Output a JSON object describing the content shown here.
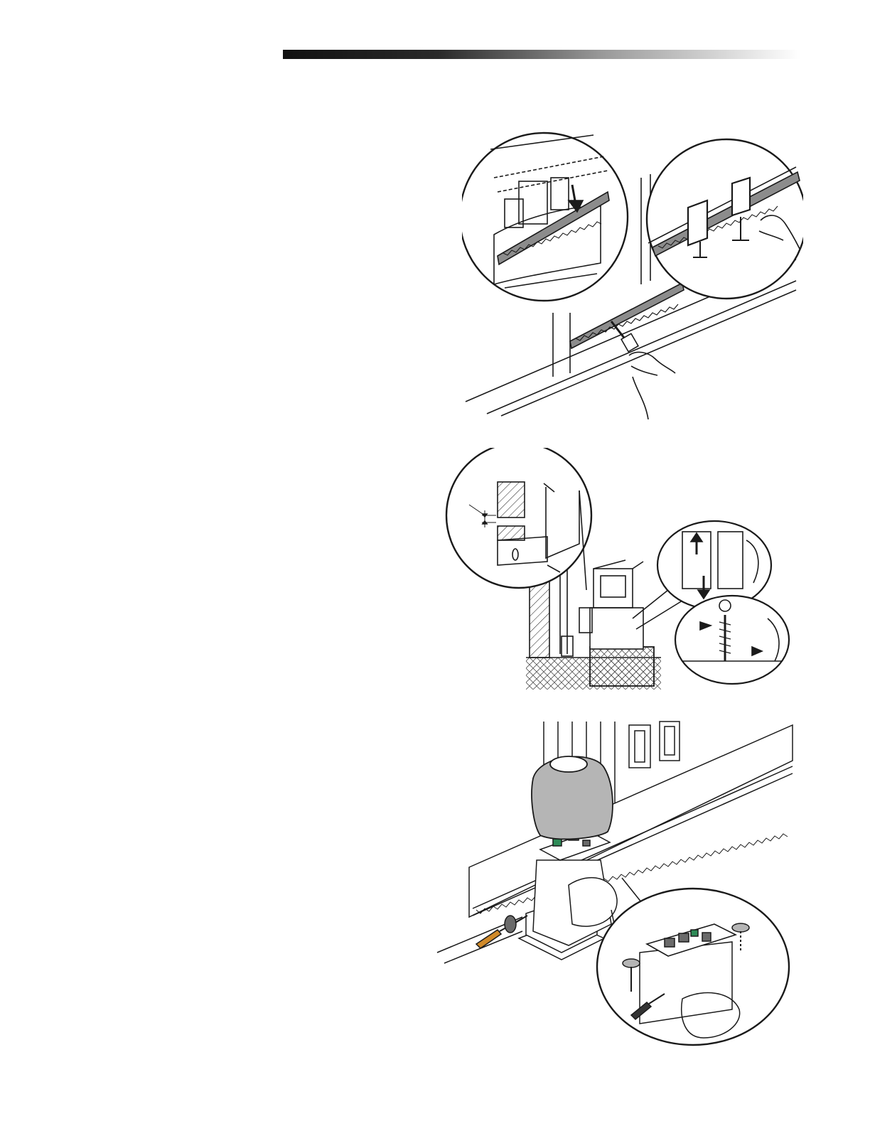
{
  "page": {
    "header_bar_colors": [
      "#111111",
      "#2a2a2a",
      "#9a9a9a",
      "#ffffff"
    ]
  },
  "figures": [
    {
      "id": "rack-mounting",
      "icons": [
        "gear-rack-icon",
        "c-clamp-icon",
        "welding-torch-icon",
        "hand-icon",
        "arrow-down-icon"
      ]
    },
    {
      "id": "rack-gap-adjustment",
      "icons": [
        "gear-rack-icon",
        "gap-dimension-icon",
        "leveling-bolt-icon",
        "arrow-icon"
      ]
    },
    {
      "id": "cover-installation",
      "icons": [
        "operator-cover-icon",
        "control-board-icon",
        "screwdriver-icon",
        "knob-icon"
      ]
    }
  ],
  "colors": {
    "ink": "#1a1a1a",
    "rack_gray": "#8c8c8c",
    "cover_gray": "#b5b5b5",
    "board_green": "#2e8b57",
    "screwdriver_handle": "#d08a2a"
  }
}
